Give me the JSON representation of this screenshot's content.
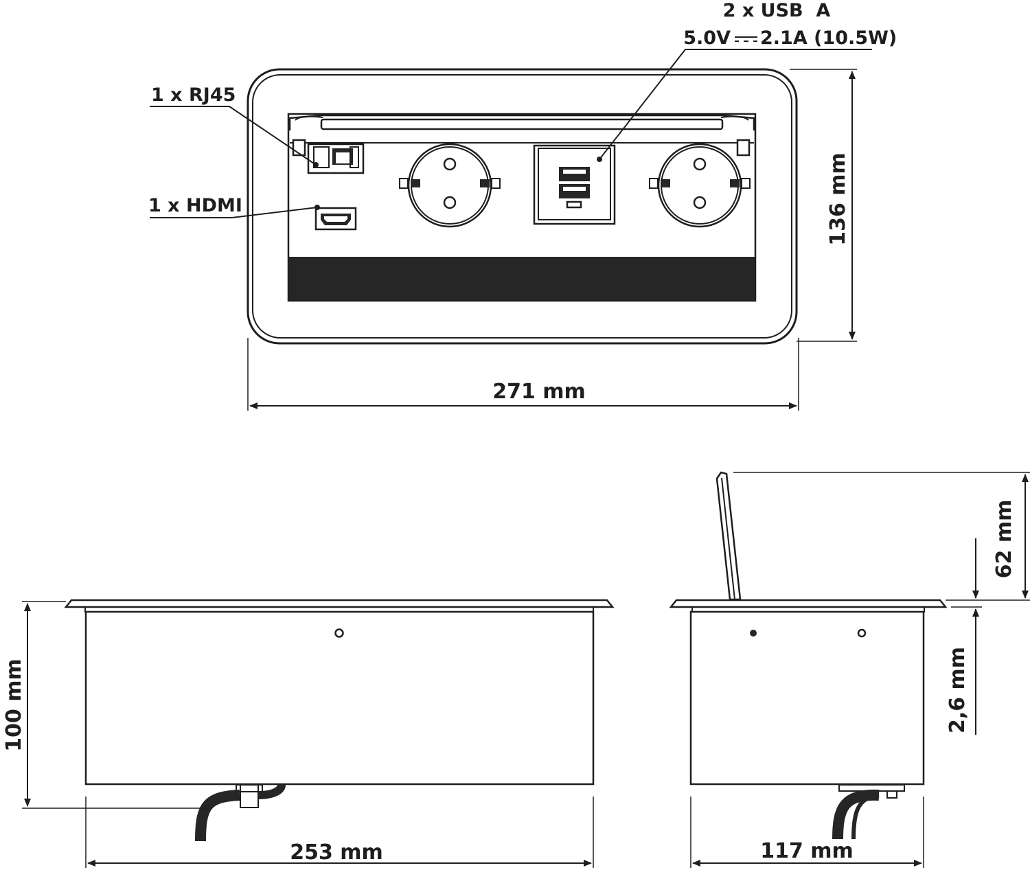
{
  "labels": {
    "usb_count": "2 x USB  A",
    "usb_rating_voltage": "5.0V",
    "usb_rating_current": "2.1A (10.5W)",
    "rj45": "1 x RJ45",
    "hdmi": "1 x HDMI"
  },
  "dimensions": {
    "top_width": "271 mm",
    "top_height": "136 mm",
    "front_width": "253 mm",
    "front_height": "100 mm",
    "side_width": "117 mm",
    "lid_height": "62 mm",
    "flange_thickness": "2,6 mm"
  },
  "colors": {
    "line": "#1e1e1e",
    "fill_dark": "#262626",
    "background": "#ffffff"
  }
}
